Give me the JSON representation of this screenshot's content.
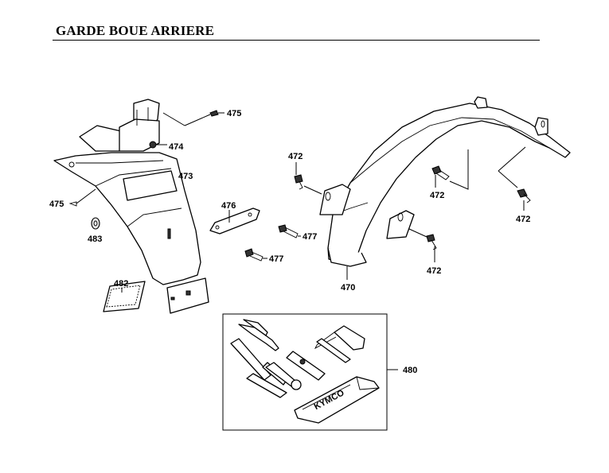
{
  "title": "GARDE BOUE ARRIERE",
  "callouts": {
    "p470": "470",
    "p472a": "472",
    "p472b": "472",
    "p472c": "472",
    "p472d": "472",
    "p473": "473",
    "p474": "474",
    "p475a": "475",
    "p475b": "475",
    "p476": "476",
    "p477a": "477",
    "p477b": "477",
    "p480": "480",
    "p482": "482",
    "p483": "483"
  },
  "tool_pouch_text": "KYMCO"
}
